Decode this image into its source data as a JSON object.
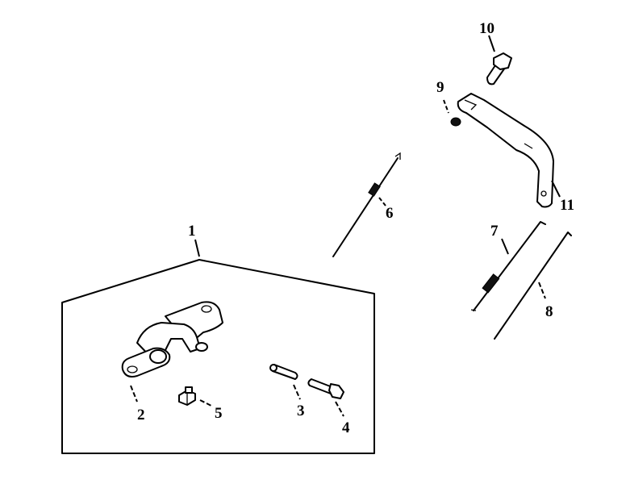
{
  "diagram": {
    "callouts": [
      "1",
      "2",
      "3",
      "4",
      "5",
      "6",
      "7",
      "8",
      "9",
      "10",
      "11"
    ],
    "parts": [
      {
        "label": "1",
        "group": "bracket-assembly"
      },
      {
        "label": "2",
        "group": "bracket-assembly"
      },
      {
        "label": "3",
        "group": "bracket-assembly"
      },
      {
        "label": "4",
        "group": "bracket-assembly"
      },
      {
        "label": "5",
        "group": "bracket-assembly"
      },
      {
        "label": "6"
      },
      {
        "label": "7"
      },
      {
        "label": "8"
      },
      {
        "label": "9"
      },
      {
        "label": "10"
      },
      {
        "label": "11"
      }
    ]
  }
}
